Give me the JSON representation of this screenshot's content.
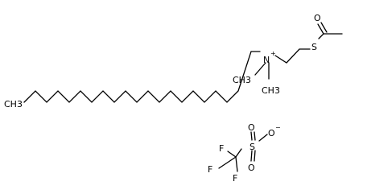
{
  "atoms": {
    "ch3_terminal": "CH3",
    "nitrogen": "N",
    "n_charge": "+",
    "n_methyl_left": "CH3",
    "n_methyl_right": "CH3",
    "sulfur_thioester": "S",
    "carbonyl_oxygen": "O",
    "fluorine_1": "F",
    "fluorine_2": "F",
    "fluorine_3": "F",
    "sulfur_sulfonate": "S",
    "oxygen_1": "O",
    "oxygen_2": "O",
    "oxygen_anion": "O",
    "anion_charge": "−"
  }
}
